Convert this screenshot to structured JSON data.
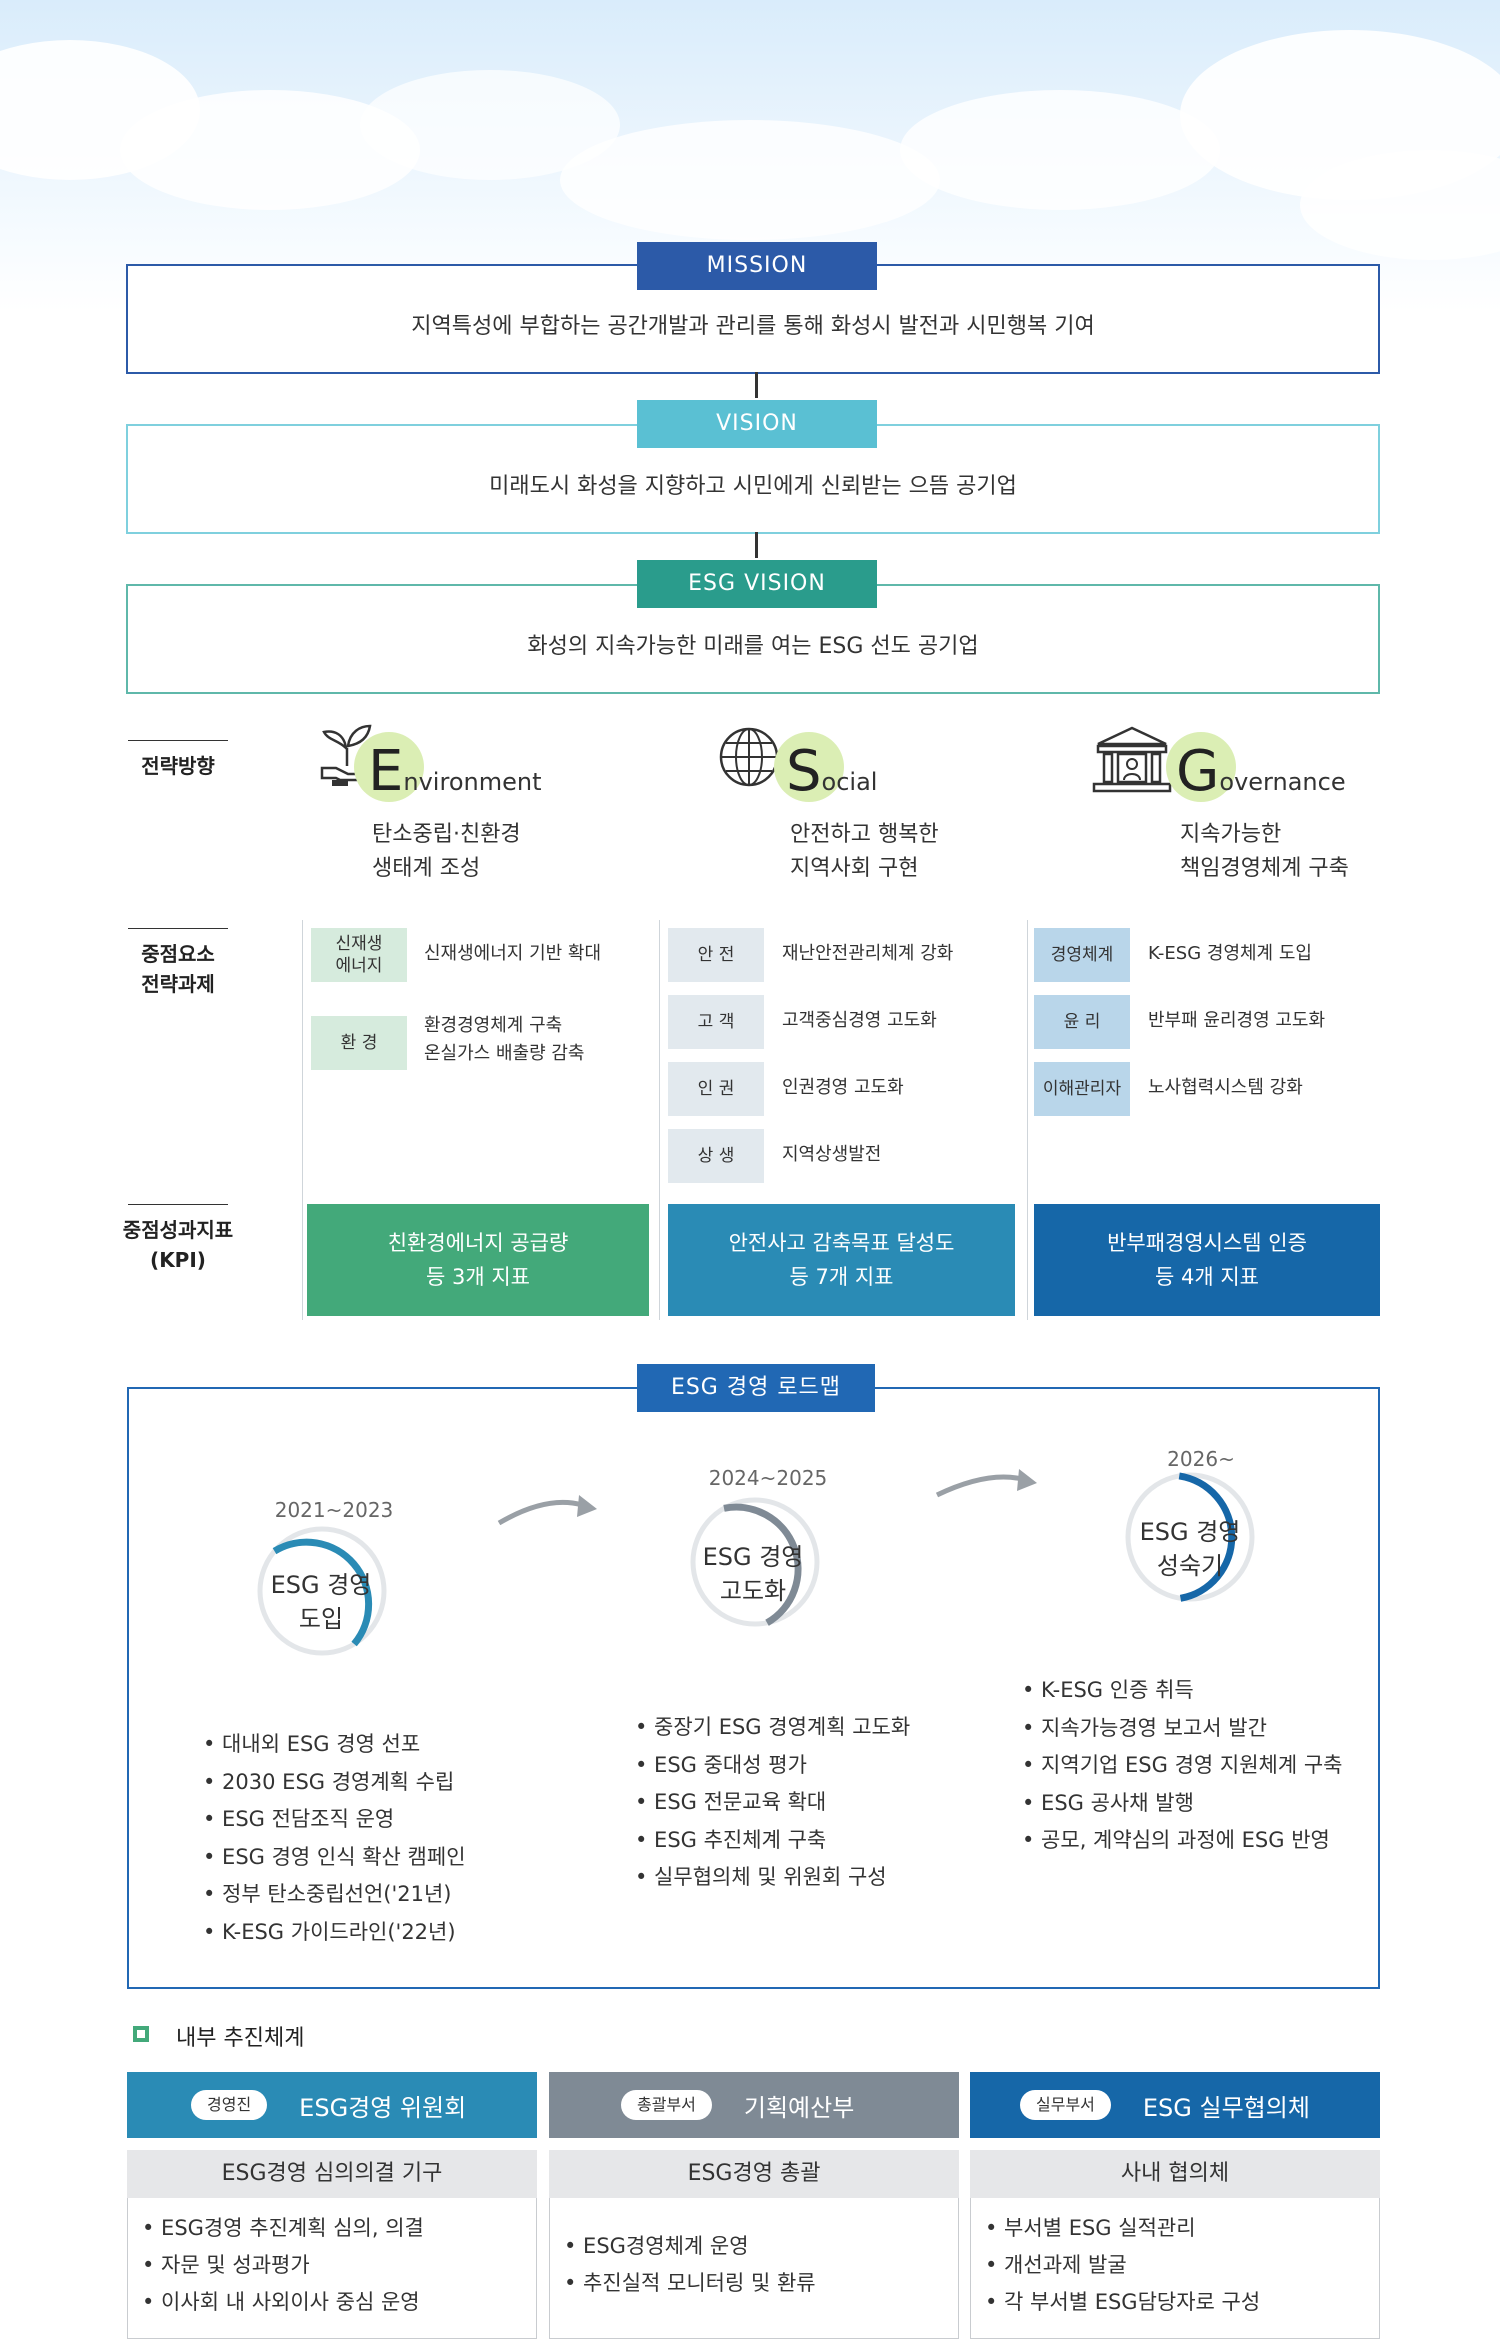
{
  "mission": {
    "tag": "MISSION",
    "text": "지역특성에 부합하는 공간개발과 관리를 통해 화성시 발전과 시민행복 기여"
  },
  "vision": {
    "tag": "VISION",
    "text": "미래도시 화성을 지향하고 시민에게 신뢰받는 으뜸 공기업"
  },
  "esg_vision": {
    "tag": "ESG VISION",
    "text": "화성의 지속가능한 미래를 여는 ESG 선도 공기업"
  },
  "row_labels": {
    "direction": "전략방향",
    "focus_1": "중점요소",
    "focus_2": "전략과제",
    "kpi_1": "중점성과지표",
    "kpi_2": "(KPI)"
  },
  "pillars": [
    {
      "letter": "E",
      "rest": "nvironment",
      "direction_1": "탄소중립·친환경",
      "direction_2": "생태계 조성",
      "tasks": [
        {
          "chip_1": "신재생",
          "chip_2": "에너지",
          "text_1": "신재생에너지 기반 확대",
          "text_2": ""
        },
        {
          "chip_1": "환 경",
          "chip_2": "",
          "text_1": "환경경영체계 구축",
          "text_2": "온실가스 배출량 감축"
        }
      ],
      "kpi_1": "친환경에너지 공급량",
      "kpi_2": "등 3개 지표"
    },
    {
      "letter": "S",
      "rest": "ocial",
      "direction_1": "안전하고 행복한",
      "direction_2": "지역사회 구현",
      "tasks": [
        {
          "chip_1": "안 전",
          "text_1": "재난안전관리체계 강화"
        },
        {
          "chip_1": "고 객",
          "text_1": "고객중심경영 고도화"
        },
        {
          "chip_1": "인 권",
          "text_1": "인권경영 고도화"
        },
        {
          "chip_1": "상 생",
          "text_1": "지역상생발전"
        }
      ],
      "kpi_1": "안전사고 감축목표 달성도",
      "kpi_2": "등 7개 지표"
    },
    {
      "letter": "G",
      "rest": "overnance",
      "direction_1": "지속가능한",
      "direction_2": "책임경영체계 구축",
      "tasks": [
        {
          "chip_1": "경영체계",
          "text_1": "K-ESG 경영체계 도입"
        },
        {
          "chip_1": "윤 리",
          "text_1": "반부패 윤리경영 고도화"
        },
        {
          "chip_1": "이해관리자",
          "text_1": "노사협력시스템 강화"
        }
      ],
      "kpi_1": "반부패경영시스템 인증",
      "kpi_2": "등 4개 지표"
    }
  ],
  "roadmap": {
    "tag": "ESG 경영 로드맵",
    "stages": [
      {
        "year": "2021~2023",
        "label_1": "ESG 경영",
        "label_2": "도입",
        "progress": 0.33,
        "items": [
          "• 대내외 ESG 경영 선포",
          "• 2030 ESG 경영계획 수립",
          "• ESG 전담조직 운영",
          "• ESG 경영 인식 확산 캠페인",
          "• 정부 탄소중립선언('21년)",
          "• K-ESG 가이드라인('22년)"
        ]
      },
      {
        "year": "2024~2025",
        "label_1": "ESG 경영",
        "label_2": "고도화",
        "progress": 0.33,
        "items": [
          "• 중장기 ESG 경영계획 고도화",
          "• ESG 중대성 평가",
          "• ESG 전문교육 확대",
          "• ESG 추진체계 구축",
          "• 실무협의체 및 위원회 구성"
        ]
      },
      {
        "year": "2026~",
        "label_1": "ESG 경영",
        "label_2": "성숙기",
        "progress": 0.33,
        "items": [
          "• K-ESG 인증 취득",
          "• 지속가능경영 보고서 발간",
          "• 지역기업 ESG 경영 지원체계 구축",
          "• ESG 공사채 발행",
          "• 공모, 계약심의 과정에 ESG 반영"
        ]
      }
    ]
  },
  "internal": {
    "title": "내부 추진체계",
    "orgs": [
      {
        "pill": "경영진",
        "name": "ESG경영 위원회",
        "sub": "ESG경영 심의의결 기구",
        "items": [
          "• ESG경영 추진계획 심의, 의결",
          "• 자문 및 성과평가",
          "• 이사회 내 사외이사 중심 운영"
        ]
      },
      {
        "pill": "총괄부서",
        "name": "기획예산부",
        "sub": "ESG경영 총괄",
        "items": [
          "• ESG경영체계 운영",
          "• 추진실적 모니터링 및 환류"
        ]
      },
      {
        "pill": "실무부서",
        "name": "ESG 실무협의체",
        "sub": "사내 협의체",
        "items": [
          "• 부서별 ESG 실적관리",
          "• 개선과제 발굴",
          "• 각 부서별 ESG담당자로 구성"
        ]
      }
    ]
  },
  "colors": {
    "mission": "#2c5aa8",
    "vision": "#5ac0d3",
    "esg_vision": "#2a9c8c",
    "kpi_e": "#43a97a",
    "kpi_s": "#2a8bb5",
    "kpi_g": "#1667a8",
    "chip_e": "#d6ebdd",
    "chip_s": "#e2e9ee",
    "chip_g": "#b9d6ea",
    "roadmap": "#2168b4"
  }
}
